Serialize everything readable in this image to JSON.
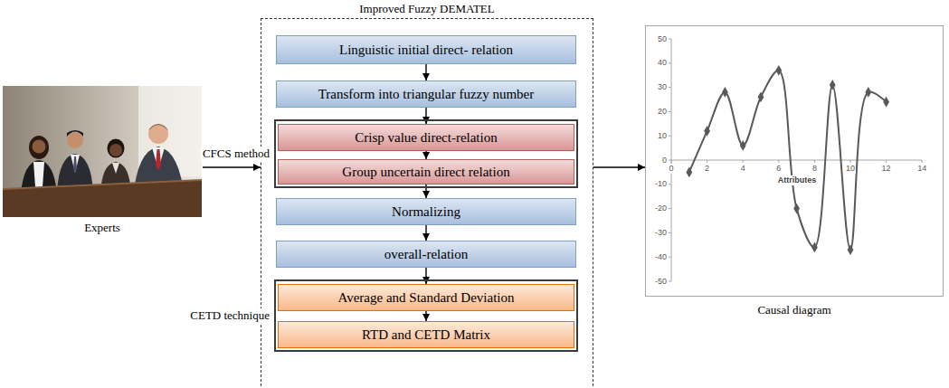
{
  "diagram": {
    "nodes": [
      {
        "text": [
          "Experts"
        ]
      },
      {
        "text": [
          "Improved Fuzzy DEMATEL"
        ]
      },
      {
        "text": [
          "Linguistic initial direct- relation"
        ],
        "in": 1
      },
      {
        "text": [
          "Transform into triangular fuzzy number"
        ],
        "in": 1
      },
      {
        "text": [
          "CFCS method"
        ],
        "in": 1
      },
      {
        "text": [
          "Crisp value direct-relation"
        ],
        "in": 4
      },
      {
        "text": [
          "Group uncertain direct relation"
        ],
        "in": 4
      },
      {
        "text": [
          "Normalizing"
        ],
        "in": 1
      },
      {
        "text": [
          "overall-relation"
        ],
        "in": 1
      },
      {
        "text": [
          "CETD technique"
        ],
        "in": 1
      },
      {
        "text": [
          "Average and Standard Deviation"
        ],
        "in": 9
      },
      {
        "text": [
          "RTD and CETD Matrix"
        ],
        "in": 9
      },
      {
        "text": [
          "Causal diagram"
        ]
      }
    ],
    "edges": [
      {
        "from": 0,
        "to": 1,
        "arrow": "to"
      },
      {
        "from": 2,
        "to": 3,
        "arrow": "to"
      },
      {
        "from": 3,
        "to": 5,
        "arrow": "to"
      },
      {
        "from": 5,
        "to": 6,
        "arrow": "to"
      },
      {
        "from": 6,
        "to": 7,
        "arrow": "to"
      },
      {
        "from": 7,
        "to": 8,
        "arrow": "to"
      },
      {
        "from": 8,
        "to": 10,
        "arrow": "to"
      },
      {
        "from": 10,
        "to": 11,
        "arrow": "to"
      },
      {
        "from": 1,
        "to": 12,
        "arrow": "to"
      }
    ],
    "labels": [
      "50",
      "40",
      "30",
      "20",
      "10",
      "0",
      "-10",
      "-20",
      "-30",
      "-40",
      "-50",
      "0",
      "2",
      "4",
      "6",
      "8",
      "10",
      "12",
      "14",
      "Attributes"
    ]
  }
}
